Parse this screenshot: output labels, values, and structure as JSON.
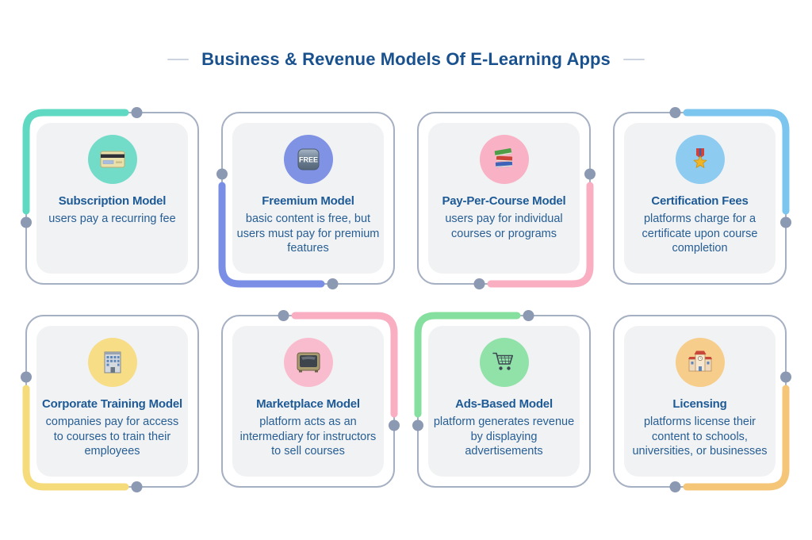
{
  "page": {
    "title": "Business & Revenue Models Of E-Learning Apps",
    "title_color": "#19518E",
    "card_border_color": "#A6B0C3",
    "connector_dot_color": "#8C99B3",
    "card_panel_color": "#F1F2F4",
    "background_color": "#FFFFFF"
  },
  "cards": [
    {
      "title": "Subscription Model",
      "description": "users pay a recurring fee",
      "icon": "credit-card-icon",
      "accent_position": "top-left",
      "accent_color": "#60D9C3",
      "icon_circle_color": "#73DCC9"
    },
    {
      "title": "Freemium Model",
      "description": "basic content is free, but users must pay for premium features",
      "icon": "free-button-icon",
      "accent_position": "bottom-left",
      "accent_color": "#7B8EE6",
      "icon_circle_color": "#7F92E4"
    },
    {
      "title": "Pay-Per-Course Model",
      "description": "users pay for individual courses or programs",
      "icon": "books-icon",
      "accent_position": "bottom-right",
      "accent_color": "#F9AEC1",
      "icon_circle_color": "#F9B1C5"
    },
    {
      "title": "Certification Fees",
      "description": "platforms charge for a certificate upon course completion",
      "icon": "military-medal-icon",
      "accent_position": "top-right",
      "accent_color": "#7CC5EF",
      "icon_circle_color": "#8ECBF0"
    },
    {
      "title": "Corporate Training Model",
      "description": "companies pay for access to courses to train their employees",
      "icon": "office-building-icon",
      "accent_position": "bottom-left",
      "accent_color": "#F6DB7B",
      "icon_circle_color": "#F7DD86"
    },
    {
      "title": "Marketplace Model",
      "description": "platform acts as an intermediary for instructors to sell courses",
      "icon": "television-icon",
      "accent_position": "top-right",
      "accent_color": "#F9AEC1",
      "icon_circle_color": "#F9BCCE"
    },
    {
      "title": "Ads-Based Model",
      "description": "platform generates revenue by displaying advertisements",
      "icon": "shopping-cart-icon",
      "accent_position": "top-left",
      "accent_color": "#85DF9E",
      "icon_circle_color": "#90E2A8"
    },
    {
      "title": "Licensing",
      "description": "platforms license their content to schools, universities, or businesses",
      "icon": "school-icon",
      "accent_position": "bottom-right",
      "accent_color": "#F5C678",
      "icon_circle_color": "#F6CD8B"
    }
  ]
}
